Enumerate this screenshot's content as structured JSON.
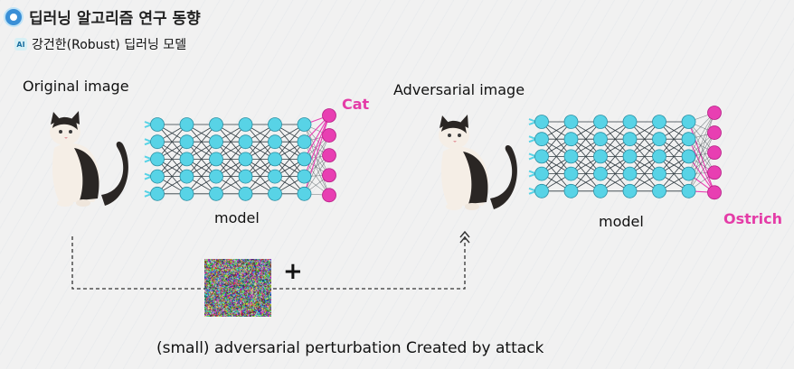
{
  "header": {
    "title": "딥러닝 알고리즘 연구 동향",
    "badge": "AI",
    "subtitle": "강건한(Robust) 딥러닝 모델"
  },
  "left": {
    "image_label": "Original image",
    "model_label": "model",
    "output_label": "Cat"
  },
  "right": {
    "image_label": "Adversarial image",
    "model_label": "model",
    "output_label": "Ostrich"
  },
  "plus_sign": "+",
  "caption": "(small) adversarial perturbation Created by attack",
  "colors": {
    "node": "#58d3e6",
    "output_node": "#e83fb2",
    "label_accent": "#e43ca7"
  }
}
